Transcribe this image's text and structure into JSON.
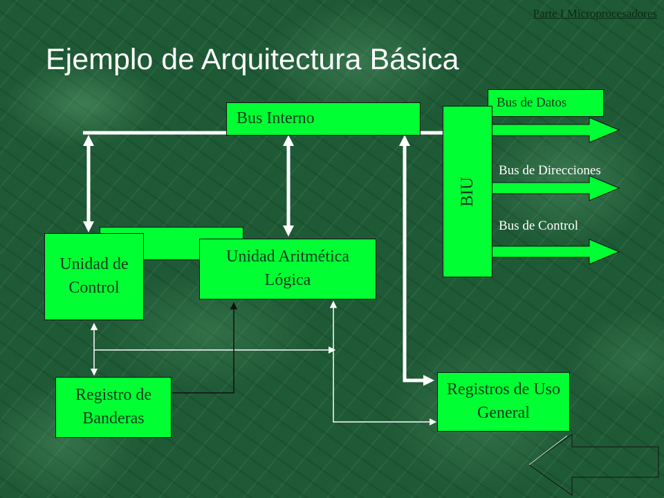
{
  "header_note": "Parte I Microprocesadores",
  "title": "Ejemplo de Arquitectura Básica",
  "blocks": {
    "bus_interno": "Bus Interno",
    "biu": "BIU",
    "unidad_control": "Unidad de Control",
    "alu": "Unidad Aritmética Lógica",
    "registro_banderas": "Registro de Banderas",
    "registros_uso_general": "Registros de Uso General"
  },
  "buses": {
    "datos": "Bus de Datos",
    "direcciones": "Bus de Direcciones",
    "control": "Bus de Control"
  },
  "colors": {
    "block_fill": "#00ff33",
    "block_text": "#0f3a1c",
    "wire": "#ffffff",
    "background": "#1f5a36"
  }
}
